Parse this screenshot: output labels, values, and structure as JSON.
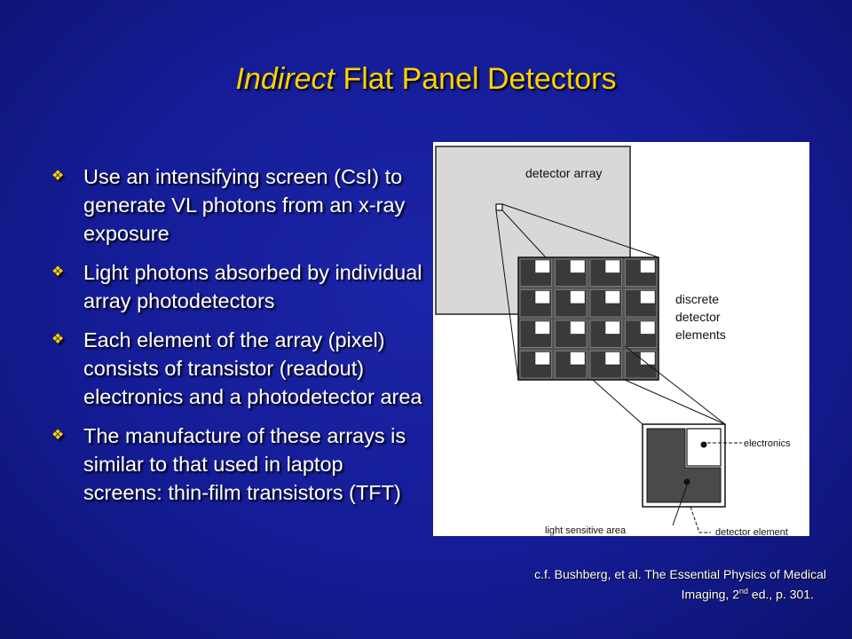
{
  "slide": {
    "title_italic": "Indirect",
    "title_rest": " Flat Panel Detectors",
    "bullets": [
      {
        "text": "Use an intensifying screen (CsI) to generate VL photons from an x-ray exposure"
      },
      {
        "text": "Light photons absorbed by individual array photodetectors"
      },
      {
        "text": "Each element of the array (pixel) consists of transistor (readout) electronics and a photodetector area"
      },
      {
        "text": "The manufacture of these arrays is similar to that used in laptop screens: thin-film transistors (TFT)"
      }
    ],
    "bullet_icon": "diamond-bullet-icon",
    "citation": {
      "line1": "c.f. Bushberg, et al. The Essential Physics of Medical",
      "line2_pre": "Imaging, 2",
      "line2_sup": "nd",
      "line2_post": " ed., p. 301."
    }
  },
  "figure": {
    "labels": {
      "detector_array": "detector array",
      "discrete_line1": "discrete",
      "discrete_line2": "detector",
      "discrete_line3": "elements",
      "electronics": "electronics",
      "light_sensitive": "light sensitive area",
      "detector_element": "detector element"
    }
  },
  "colors": {
    "background": "#141c96",
    "title": "#ffd200",
    "text": "#ffffff",
    "panel_fill": "#d8d8d8",
    "cell_fill": "#3a3a3a"
  }
}
